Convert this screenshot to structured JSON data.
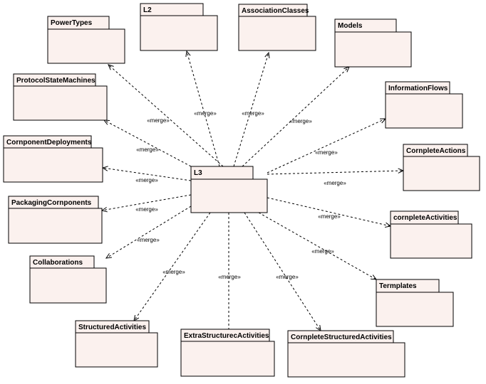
{
  "diagram": {
    "center_package": "L3",
    "stereotype": "«merge»",
    "packages": [
      "PowerTypes",
      "L2",
      "AssociationClasses",
      "Models",
      "ProtocolStateMachines",
      "InformationFlows",
      "CornponentDeployments",
      "CornpleteActions",
      "PackagingCornponents",
      "cornpleteActivities",
      "Collaborations",
      "Termplates",
      "StructuredActivities",
      "ExtraStructurecActivities",
      "CornpleteStructuredActivities"
    ]
  },
  "colors": {
    "package_fill": "#fbf1ee",
    "stroke": "#000000"
  }
}
